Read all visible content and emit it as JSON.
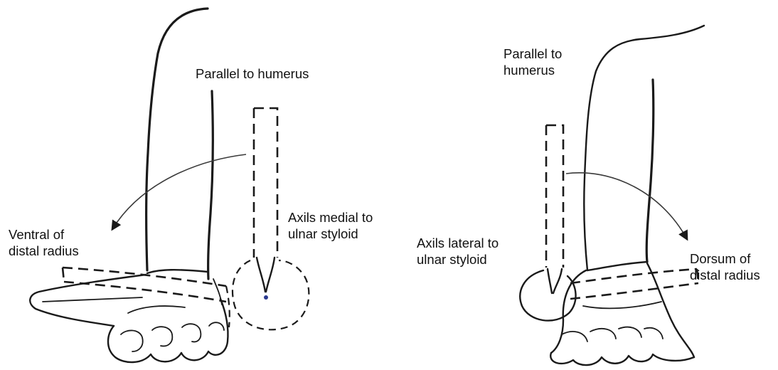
{
  "left_panel": {
    "label_parallel": "Parallel to humerus",
    "label_axis": [
      "Axils medial to",
      "ulnar styloid"
    ],
    "label_ventral": [
      "Ventral  of",
      "distal radius"
    ]
  },
  "right_panel": {
    "label_parallel": [
      "Parallel to",
      "humerus"
    ],
    "label_axis": [
      "Axils lateral to",
      "ulnar styloid"
    ],
    "label_dorsum": [
      "Dorsum of",
      "distal radius"
    ]
  },
  "colors": {
    "ink": "#1a1a1a",
    "pivot_dot": "#2b3a8f",
    "background": "#ffffff"
  }
}
